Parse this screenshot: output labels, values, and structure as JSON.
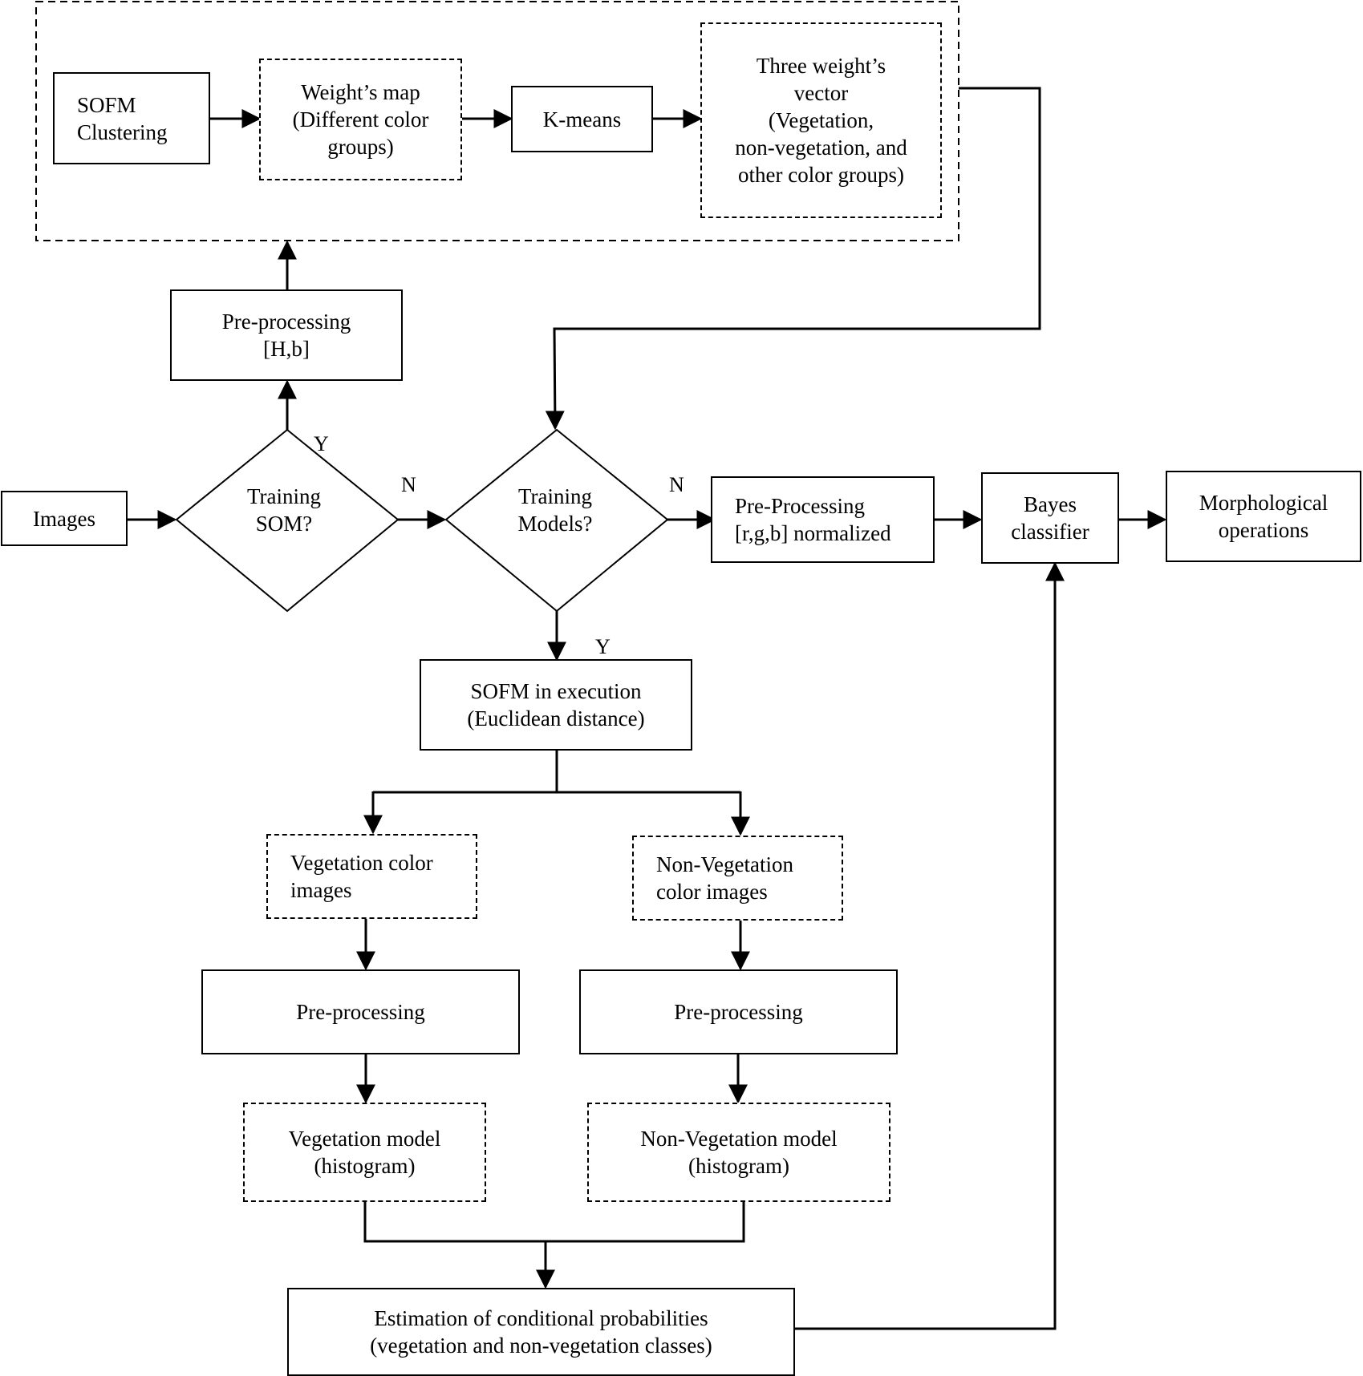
{
  "nodes": {
    "sofm_clustering": "SOFM\nClustering",
    "weights_map": "Weight’s map\n(Different color\ngroups)",
    "kmeans": "K-means",
    "three_weights": "Three weight’s\nvector\n(Vegetation,\nnon-vegetation, and\nother color groups)",
    "preproc_hb": "Pre-processing\n[H,b]",
    "images": "Images",
    "training_som": "Training\nSOM?",
    "training_models": "Training\nModels?",
    "preproc_rgb": "Pre-Processing\n[r,g,b] normalized",
    "bayes": "Bayes\nclassifier",
    "morph": "Morphological\noperations",
    "sofm_exec": "SOFM in execution\n(Euclidean distance)",
    "veg_images": "Vegetation  color\nimages",
    "nonveg_images": "Non-Vegetation\ncolor images",
    "preproc_veg": "Pre-processing",
    "preproc_nonveg": "Pre-processing",
    "veg_model": "Vegetation model\n(histogram)",
    "nonveg_model": "Non-Vegetation model\n(histogram)",
    "estimation": "Estimation of conditional probabilities\n(vegetation and non-vegetation classes)"
  },
  "branch_labels": {
    "som_yes": "Y",
    "som_no": "N",
    "models_no": "N",
    "models_yes": "Y"
  }
}
